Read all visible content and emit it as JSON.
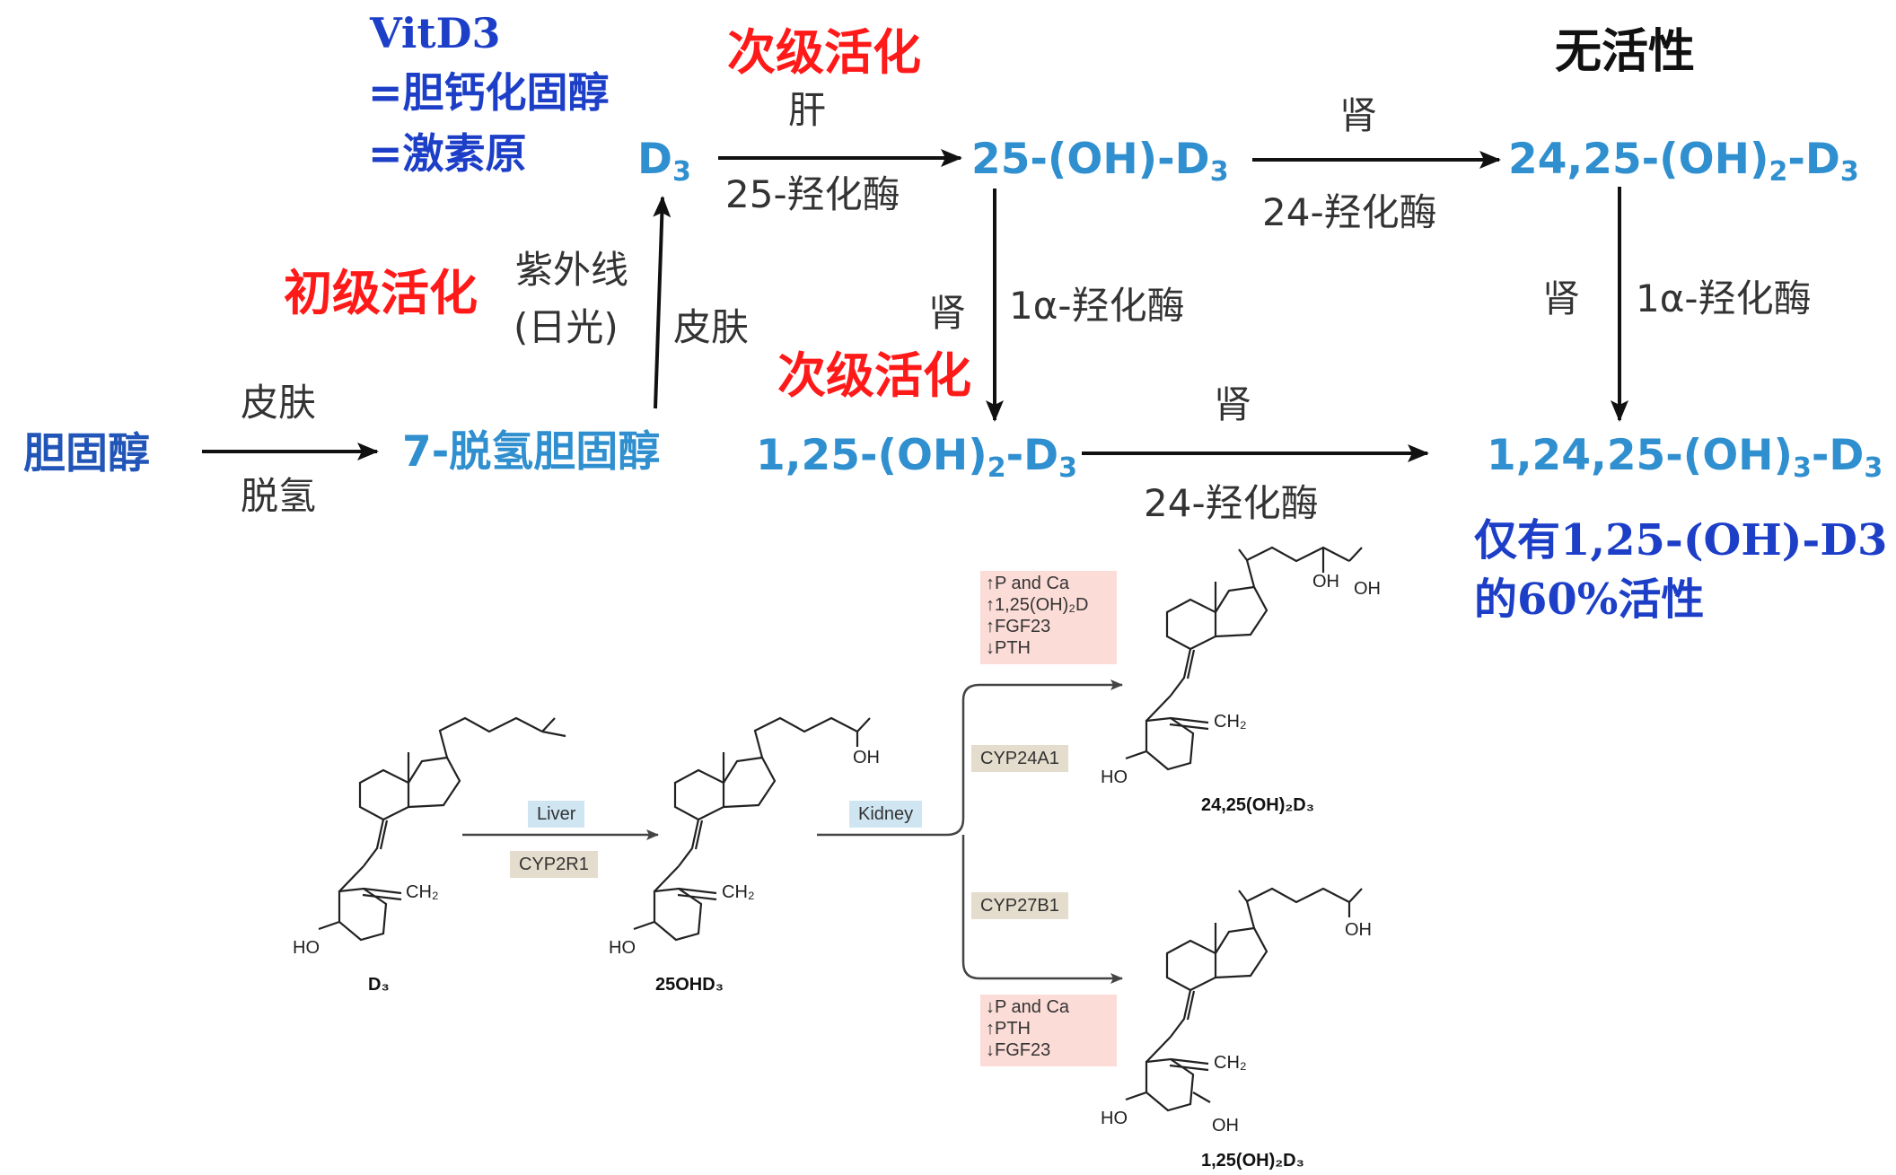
{
  "top_notes": {
    "vitd3_line1": "VitD3",
    "vitd3_line2": "=胆钙化固醇",
    "vitd3_line3": "=激素原",
    "primary_activation": "初级活化",
    "secondary_activation_top": "次级活化",
    "secondary_activation_mid": "次级活化",
    "inactive": "无活性",
    "activity_note_line1": "仅有1,25-(OH)-D3",
    "activity_note_line2": "的60%活性"
  },
  "compounds": {
    "cholesterol": "胆固醇",
    "dehydro": "7-脱氢胆固醇",
    "d3_main": "D",
    "d3_sub": "3",
    "oh25_main": "25-(OH)-D",
    "oh25_sub": "3",
    "d2425_main": "24,25-(OH)",
    "d2425_sub1": "2",
    "d2425_mid": "-D",
    "d2425_sub2": "3",
    "d125_main": "1,25-(OH)",
    "d125_sub1": "2",
    "d125_mid": "-D",
    "d125_sub2": "3",
    "d12425_main": "1,24,25-(OH)",
    "d12425_sub1": "3",
    "d12425_mid": "-D",
    "d12425_sub2": "3"
  },
  "arrow_labels": {
    "skin_top": "皮肤",
    "dehydrogenation": "脱氢",
    "uv_line1": "紫外线",
    "uv_line2": "(日光)",
    "skin_side": "皮肤",
    "liver": "肝",
    "hydroxylase25": "25-羟化酶",
    "kidney_top": "肾",
    "hydroxylase24_top": "24-羟化酶",
    "kidney_left": "肾",
    "hydroxylase1a_left": "1α-羟化酶",
    "kidney_right": "肾",
    "hydroxylase1a_right": "1α-羟化酶",
    "kidney_bottom": "肾",
    "hydroxylase24_bottom": "24-羟化酶"
  },
  "mini": {
    "liver_tag": "Liver",
    "cyp2r1_tag": "CYP2R1",
    "kidney_tag": "Kidney",
    "cyp24a1_tag": "CYP24A1",
    "cyp27b1_tag": "CYP27B1",
    "box1": [
      "↑P and Ca",
      "↑1,25(OH)₂D",
      "↑FGF23",
      "↓PTH"
    ],
    "box2": [
      "↓P and Ca",
      "↑PTH",
      "↓FGF23"
    ],
    "caption_d3": "D₃",
    "caption_25ohd3": "25OHD₃",
    "caption_2425": "24,25(OH)₂D₃",
    "caption_125": "1,25(OH)₂D₃",
    "ch2": "CH₂",
    "ho": "HO",
    "oh": "OH"
  }
}
